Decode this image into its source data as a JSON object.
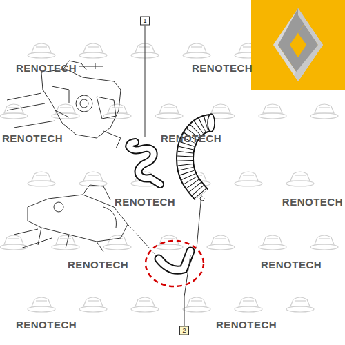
{
  "diagram": {
    "nodes": [
      {
        "text": [
          "1"
        ]
      },
      {
        "text": [
          "2"
        ]
      }
    ],
    "labels": [
      "RENOTECH",
      "RENOTECH",
      "RENOTECH",
      "RENOTECH",
      "RENOTECH",
      "RENOTECH",
      "RENOTECH",
      "RENOTECH",
      "RENOTECH",
      "RENOTECH"
    ]
  }
}
